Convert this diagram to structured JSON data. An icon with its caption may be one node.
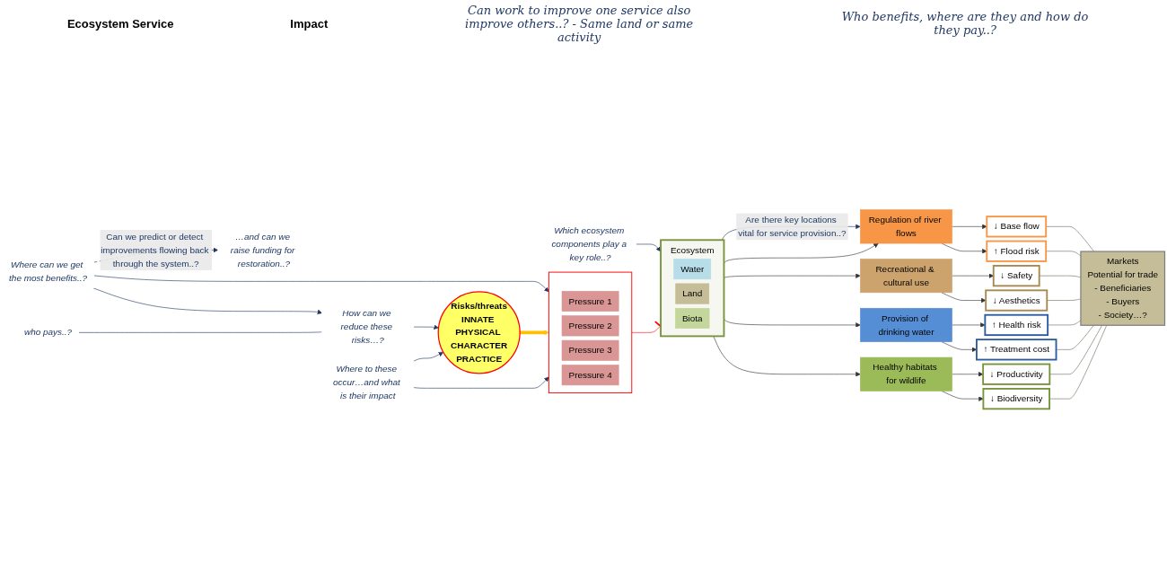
{
  "diagram": {
    "nodes": [
      {
        "text": [
          "Where to these occur…and what is their impact"
        ]
      },
      {
        "text": [
          "Risks/threats",
          "INNATE PHYSICAL CHARACTER",
          "PRACTICE"
        ]
      },
      {
        "text": [],
        "shape": "box"
      },
      {
        "text": [
          "Pressure 1"
        ],
        "in": 2
      },
      {
        "text": [
          "Pressure 2"
        ],
        "in": 2
      },
      {
        "text": [
          "Pressure 3"
        ],
        "in": 2
      },
      {
        "text": [
          "Pressure 4"
        ],
        "in": 2
      },
      {
        "text": [
          "Ecosystem"
        ]
      },
      {
        "text": [
          "Water"
        ],
        "in": 7
      },
      {
        "text": [
          "Land"
        ],
        "in": 7
      },
      {
        "text": [
          "Biota"
        ],
        "in": 7
      },
      {
        "text": [
          "Which ecosystem components play a key role..?"
        ]
      },
      {
        "text": [
          "Healthy habitats for wildlife"
        ]
      },
      {
        "text": [
          "Provision of drinking water"
        ]
      },
      {
        "text": [
          "Recreational & cultural use"
        ]
      },
      {
        "text": [
          "Regulation of river flows"
        ]
      },
      {
        "text": [
          "↓ Biodiversity"
        ]
      },
      {
        "text": [
          "↓ Productivity"
        ]
      },
      {
        "text": [
          "↑ Treatment cost"
        ]
      },
      {
        "text": [
          "↑ Health risk"
        ]
      },
      {
        "text": [
          "↓ Aesthetics"
        ]
      },
      {
        "text": [
          "↓ Safety"
        ]
      },
      {
        "text": [
          "↑ Flood risk"
        ]
      },
      {
        "text": [
          "↓ Base flow"
        ]
      },
      {
        "text": [
          "Markets",
          "Potential for trade",
          "- Beneficiaries",
          "- Buyers",
          "- Society…?"
        ]
      },
      {
        "text": [
          "How can we reduce these risks…?"
        ]
      },
      {
        "text": [
          "who pays..?"
        ]
      },
      {
        "text": [
          "Where can we get the most benefits..?"
        ]
      },
      {
        "text": [
          "…and can we raise funding for restoration..?"
        ]
      }
    ],
    "edges": [
      {
        "from": 0,
        "to": 1,
        "arrow": "to",
        "color": "#1f3864"
      },
      {
        "from": 0,
        "to": 2,
        "arrow": "to",
        "color": "#1f3864"
      },
      {
        "from": 1,
        "to": 2,
        "arrow": "to",
        "style": "thick",
        "color": "#ffc000"
      },
      {
        "from": 2,
        "to": 7,
        "arrow": "other",
        "color": "#ff0000"
      },
      {
        "from": 11,
        "to": 7,
        "arrow": "to",
        "color": "#1f3864"
      },
      {
        "from": 7,
        "to": 12,
        "arrow": "to"
      },
      {
        "from": 7,
        "to": 13,
        "arrow": "to"
      },
      {
        "from": 7,
        "to": 14,
        "arrow": "to"
      },
      {
        "from": 7,
        "to": 15,
        "arrow": "to"
      },
      {
        "from": 12,
        "to": 16,
        "arrow": "to"
      },
      {
        "from": 12,
        "to": 17,
        "arrow": "to"
      },
      {
        "from": 13,
        "to": 18,
        "arrow": "to"
      },
      {
        "from": 13,
        "to": 19,
        "arrow": "to"
      },
      {
        "from": 14,
        "to": 20,
        "arrow": "to"
      },
      {
        "from": 14,
        "to": 21,
        "arrow": "to"
      },
      {
        "from": 15,
        "to": 22,
        "arrow": "to"
      },
      {
        "from": 15,
        "to": 23,
        "arrow": "to"
      },
      {
        "from": 16,
        "to": 24,
        "arrow": "none",
        "color": "#6e6a5a"
      },
      {
        "from": 17,
        "to": 24,
        "arrow": "none",
        "color": "#6e6a5a"
      },
      {
        "from": 18,
        "to": 24,
        "arrow": "none",
        "color": "#6e6a5a"
      },
      {
        "from": 19,
        "to": 24,
        "arrow": "none",
        "color": "#6e6a5a"
      },
      {
        "from": 20,
        "to": 24,
        "arrow": "none",
        "color": "#6e6a5a"
      },
      {
        "from": 21,
        "to": 24,
        "arrow": "none",
        "color": "#6e6a5a"
      },
      {
        "from": 22,
        "to": 24,
        "arrow": "none",
        "color": "#6e6a5a"
      },
      {
        "from": 23,
        "to": 24,
        "arrow": "none",
        "color": "#6e6a5a"
      },
      {
        "from": 25,
        "to": 1,
        "arrow": "to",
        "color": "#1f3864"
      },
      {
        "from": 26,
        "to": 25,
        "arrow": "none",
        "color": "#1f3864"
      },
      {
        "from": 27,
        "to": 25,
        "arrow": "to",
        "color": "#1f3864"
      },
      {
        "from": 27,
        "to": 2,
        "arrow": "to",
        "color": "#1f3864"
      },
      {
        "from": 7,
        "to": 15,
        "arrow": "to",
        "color": "#1f3864",
        "label": "Are there key locations vital for service provision..?"
      },
      {
        "from": 27,
        "to": 28,
        "arrow": "to",
        "style": "dashed",
        "color": "#1f3864",
        "label": "Can we predict or detect improvements flowing back through the system..?"
      }
    ],
    "labels": [
      "Ecosystem Service",
      "Impact",
      "Can work to improve one service also improve others..? - Same land or same activity",
      "Who benefits, where are they and how do they pay..?"
    ]
  }
}
